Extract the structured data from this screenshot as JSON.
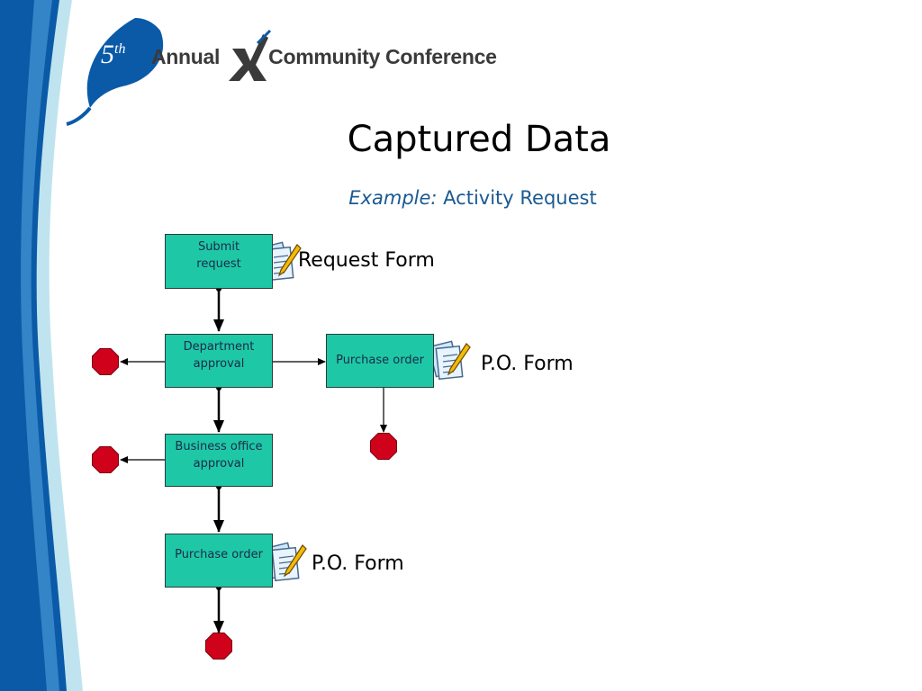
{
  "header": {
    "logo_ordinal": "5",
    "logo_ordinal_suffix": "th",
    "logo_annual": "Annual",
    "logo_community": "Community Conference"
  },
  "title": "Captured Data",
  "subtitle": {
    "prefix": "Example:",
    "text": "Activity Request"
  },
  "flow": {
    "steps": {
      "submit": "Submit request",
      "dept": "Department approval",
      "po_right": "Purchase order",
      "business": "Business office approval",
      "po_bottom": "Purchase order"
    },
    "forms": {
      "request": "Request Form",
      "po_right": "P.O. Form",
      "po_bottom": "P.O. Form"
    }
  },
  "colors": {
    "step_fill": "#1ec8a6",
    "stop_fill": "#d0021b",
    "band_dark": "#0a5aa8",
    "band_light": "#5fb8e0"
  }
}
